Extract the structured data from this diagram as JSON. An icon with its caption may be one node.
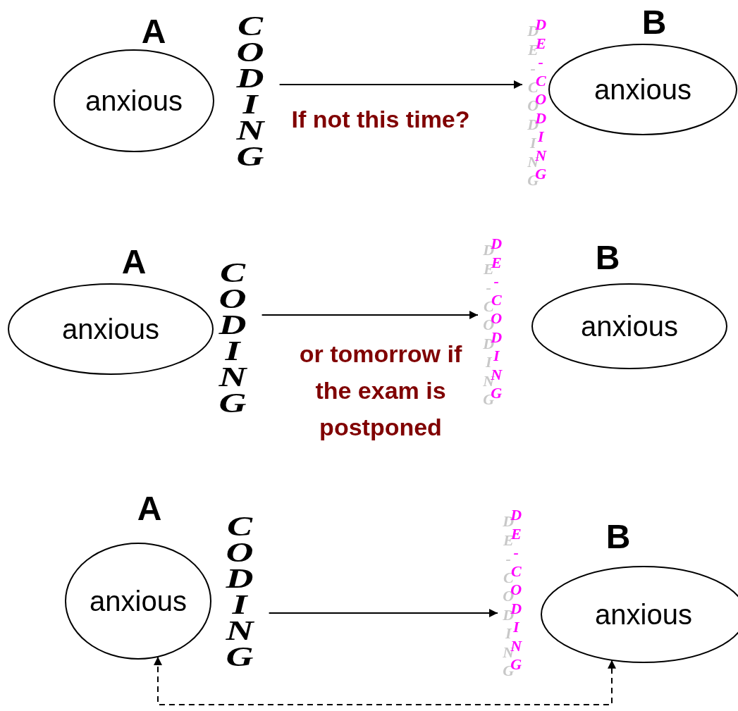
{
  "diagram": {
    "nodes": [
      {
        "text": [
          "A",
          "anxious"
        ]
      },
      {
        "text": [
          "CODING"
        ]
      },
      {
        "text": [
          "DE-CODING"
        ]
      },
      {
        "text": [
          "B",
          "anxious"
        ]
      },
      {
        "text": [
          "A",
          "anxious"
        ]
      },
      {
        "text": [
          "CODING"
        ]
      },
      {
        "text": [
          "DE-CODING"
        ]
      },
      {
        "text": [
          "B",
          "anxious"
        ]
      },
      {
        "text": [
          "A",
          "anxious"
        ]
      },
      {
        "text": [
          "CODING"
        ]
      },
      {
        "text": [
          "DE-CODING"
        ]
      },
      {
        "text": [
          "B",
          "anxious"
        ]
      }
    ],
    "edges": [
      {
        "from": 1,
        "to": 2,
        "arrow": "to",
        "label": "If not this time?"
      },
      {
        "from": 5,
        "to": 6,
        "arrow": "to",
        "label": "or tomorrow if the exam is postponed"
      },
      {
        "from": 9,
        "to": 10,
        "arrow": "to"
      },
      {
        "from": 8,
        "to": 11,
        "arrow": "both",
        "style": "dashed"
      }
    ]
  }
}
